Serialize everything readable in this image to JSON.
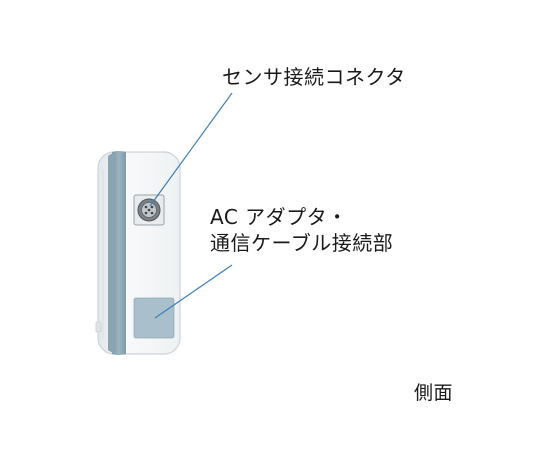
{
  "callouts": {
    "sensor_connector": "センサ接続コネクタ",
    "ac_adapter_line1": "AC アダプタ・",
    "ac_adapter_line2": "通信ケーブル接続部"
  },
  "view_label": "側面",
  "colors": {
    "body": "#f4f6f7",
    "body_edge": "#d5dadd",
    "band": "#8fa9b6",
    "band_dark": "#738f9d",
    "port_panel": "#a9bfcb",
    "leader_line": "#3d7fb8",
    "connector": "#6b7278"
  },
  "icons": {
    "device": "data-logger-side-view",
    "connector": "round-sensor-connector"
  }
}
